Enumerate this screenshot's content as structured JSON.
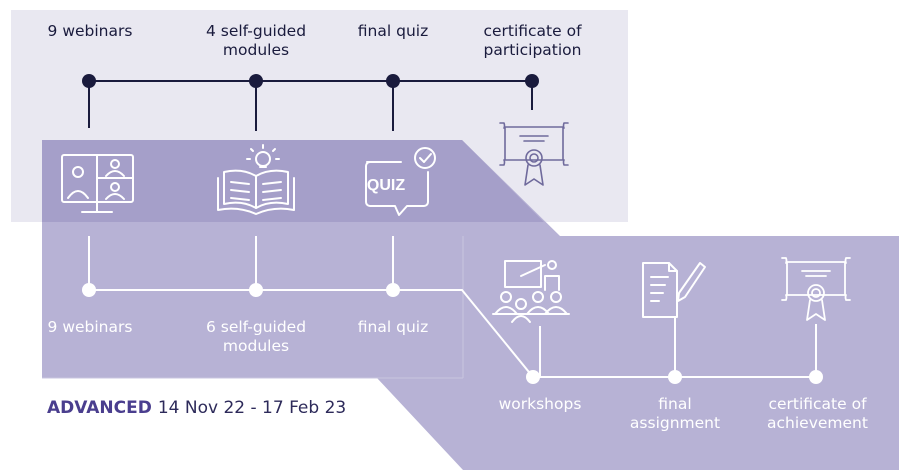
{
  "basic_track": {
    "steps": [
      {
        "label": "9 webinars",
        "icon": "video-conference-icon"
      },
      {
        "label": "4 self-guided modules",
        "icon": "open-book-lightbulb-icon"
      },
      {
        "label": "final quiz",
        "icon": "quiz-speech-bubble-icon"
      },
      {
        "label": "certificate of participation",
        "icon": "certificate-icon"
      }
    ]
  },
  "advanced_track": {
    "steps": [
      {
        "label": "9 webinars"
      },
      {
        "label": "6 self-guided modules"
      },
      {
        "label": "final quiz"
      },
      {
        "label": "workshops",
        "icon": "workshop-presentation-icon"
      },
      {
        "label": "final assignment",
        "icon": "document-pen-icon"
      },
      {
        "label": "certificate of achievement",
        "icon": "certificate-icon"
      }
    ]
  },
  "footer": {
    "level": "ADVANCED",
    "dates": "14 Nov 22 - 17 Feb 23"
  },
  "colors": {
    "basic_panel": "#e9e8f1",
    "advanced_panel": "#b7b2d5",
    "overlap_panel": "#a59fc9",
    "dark_ink": "#1a1b3d",
    "light_ink": "#ffffff",
    "accent": "#4a3e8e"
  }
}
